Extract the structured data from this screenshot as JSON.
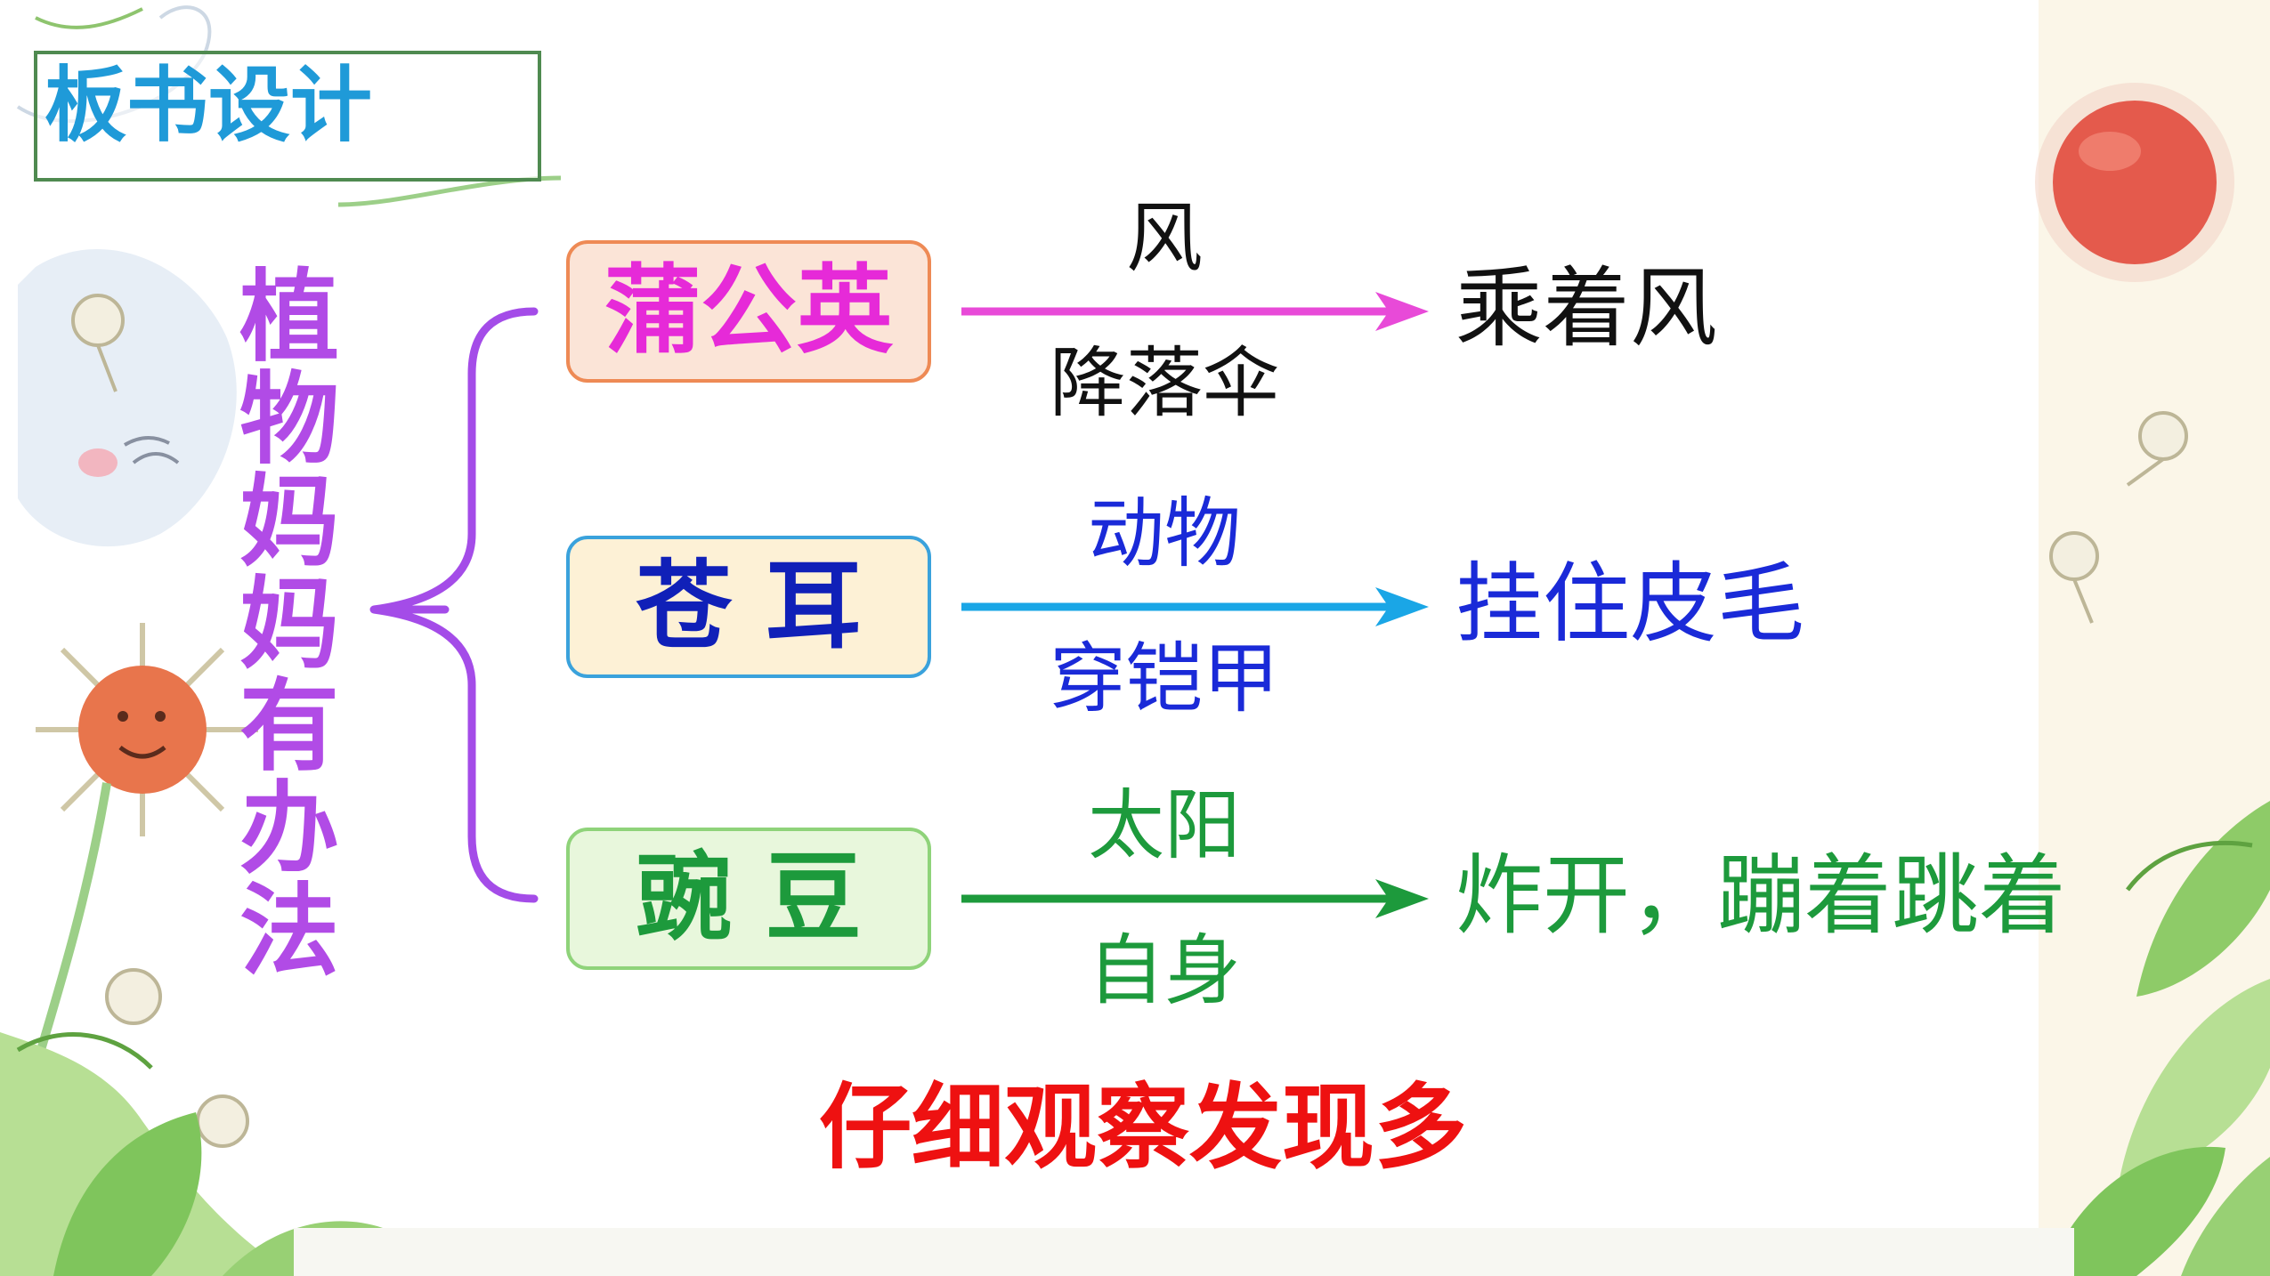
{
  "slide": {
    "heading": "板书设计",
    "vertical_title_chars": [
      "植",
      "物",
      "妈",
      "妈",
      "有",
      "办",
      "法"
    ],
    "slogan": "仔细观察发现多"
  },
  "branches": [
    {
      "plant": "蒲公英",
      "condition_top": "风",
      "condition_bottom": "降落伞",
      "result": "乘着风",
      "text_color": "#e62ad8",
      "condition_color": "#111111",
      "result_color": "#111111",
      "arrow_color": "#e84ad8",
      "box_fill": "#fbe4d7",
      "box_border": "#ee8a55"
    },
    {
      "plant": "苍 耳",
      "condition_top": "动物",
      "condition_bottom": "穿铠甲",
      "result": "挂住皮毛",
      "text_color": "#1020b8",
      "condition_color": "#1a2ad8",
      "result_color": "#1a2ad8",
      "arrow_color": "#1aa6e6",
      "box_fill": "#fdf1d6",
      "box_border": "#3aa2dc"
    },
    {
      "plant": "豌 豆",
      "condition_top": "太阳",
      "condition_bottom": "自身",
      "result": "炸开，蹦着跳着",
      "text_color": "#1d9a3c",
      "condition_color": "#1d9a3c",
      "result_color": "#1d9a3c",
      "arrow_color": "#1d9a3c",
      "box_fill": "#e8f7dc",
      "box_border": "#8fd37a"
    }
  ],
  "colors": {
    "heading_text": "#1f9ad8",
    "heading_border": "#4f8a50",
    "vertical_title": "#b14be6",
    "brace": "#a44ce8",
    "slogan": "#ee1111"
  },
  "icons": [
    "dandelion-seed-icon",
    "dandelion-flower-icon",
    "red-sun-icon",
    "leaf-icon",
    "cartoon-moon-face-icon"
  ]
}
